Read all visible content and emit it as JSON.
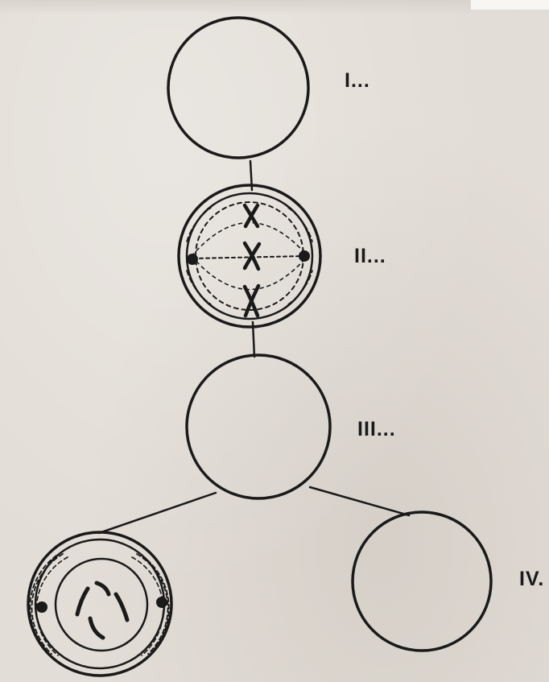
{
  "labels": {
    "stage_1": "I...",
    "stage_2": "II...",
    "stage_3": "III...",
    "stage_4": "IV."
  },
  "colors": {
    "ink": "#1a1a1a",
    "paper": "#e2ddd6"
  }
}
